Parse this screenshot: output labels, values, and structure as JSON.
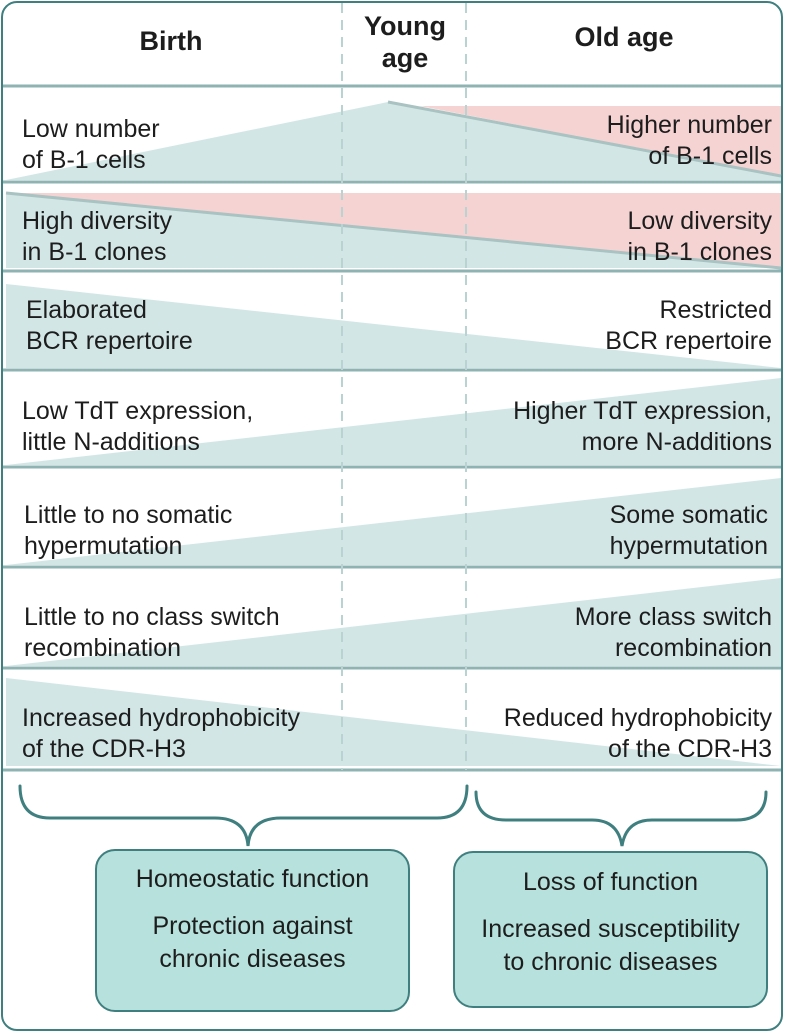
{
  "headers": {
    "birth": "Birth",
    "young": "Young\nage",
    "old": "Old age"
  },
  "colors": {
    "teal": "#d3e6e6",
    "pink": "#f6d3d3",
    "line": "#8fb2b2",
    "border": "#3f7f7f",
    "box": "#b6e1dc"
  },
  "rows": [
    {
      "left": "Low number\nof B-1 cells",
      "right": "Higher number\nof B-1 cells"
    },
    {
      "left": "High diversity\nin B-1 clones",
      "right": "Low diversity\nin B-1 clones"
    },
    {
      "left": "Elaborated\nBCR repertoire",
      "right": "Restricted\nBCR repertoire"
    },
    {
      "left": "Low TdT expression,\nlittle N-additions",
      "right": "Higher TdT expression,\nmore N-additions"
    },
    {
      "left": "Little to no somatic\nhypermutation",
      "right": "Some somatic\nhypermutation"
    },
    {
      "left": "Little to no class switch\nrecombination",
      "right": "More class switch\nrecombination"
    },
    {
      "left": "Increased hydrophobicity\nof the CDR-H3",
      "right": "Reduced hydrophobicity\nof the CDR-H3"
    }
  ],
  "outcomes": {
    "young": {
      "title": "Homeostatic function",
      "detail": "Protection against\nchronic diseases"
    },
    "old": {
      "title": "Loss of function",
      "detail": "Increased susceptibility\nto chronic diseases"
    }
  }
}
